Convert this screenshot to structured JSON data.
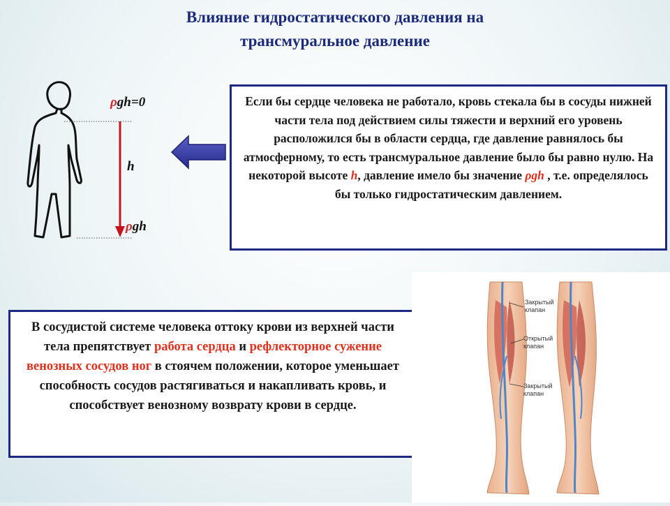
{
  "title": {
    "line1": "Влияние гидростатического давления на",
    "line2": "трансмуральное давление"
  },
  "figure": {
    "top_rho": "ρ",
    "top_rest": "gh=0",
    "height_label": "h",
    "bottom_rho": "ρ",
    "bottom_rest": "gh"
  },
  "box1": {
    "text_a": "Если бы сердце человека не работало, кровь стекала бы в сосуды нижней части тела  под действием силы тяжести и верхний его уровень расположился бы в области сердца, где давление равнялось бы атмосферному, то есть трансмуральное давление было бы равно нулю. На некоторой высоте ",
    "h": "h",
    "text_b": ", давление имело бы значение ",
    "rho": "ρ",
    "gh": "gh",
    "text_c": " , т.е. определялось бы только гидростатическим   давлением."
  },
  "box2": {
    "text_a": "В сосудистой системе человека оттоку крови из верхней части тела препятствует ",
    "red1": "работа сердца",
    "text_b": " и ",
    "red2": "рефлекторное сужение венозных сосудов ног",
    "text_c": " в стоячем положении, которое уменьшает способность сосудов растягиваться и накапливать кровь, и способствует венозному возврату крови в сердце."
  },
  "legs": {
    "label1": "Закрытый клапан",
    "label2": "Открытый клапан",
    "label3": "Закрытый клапан"
  },
  "colors": {
    "accent_blue": "#1c2a84",
    "highlight_red": "#e0301e",
    "arrow_fill": "#3a3fa8",
    "height_arrow": "#c4151c"
  }
}
